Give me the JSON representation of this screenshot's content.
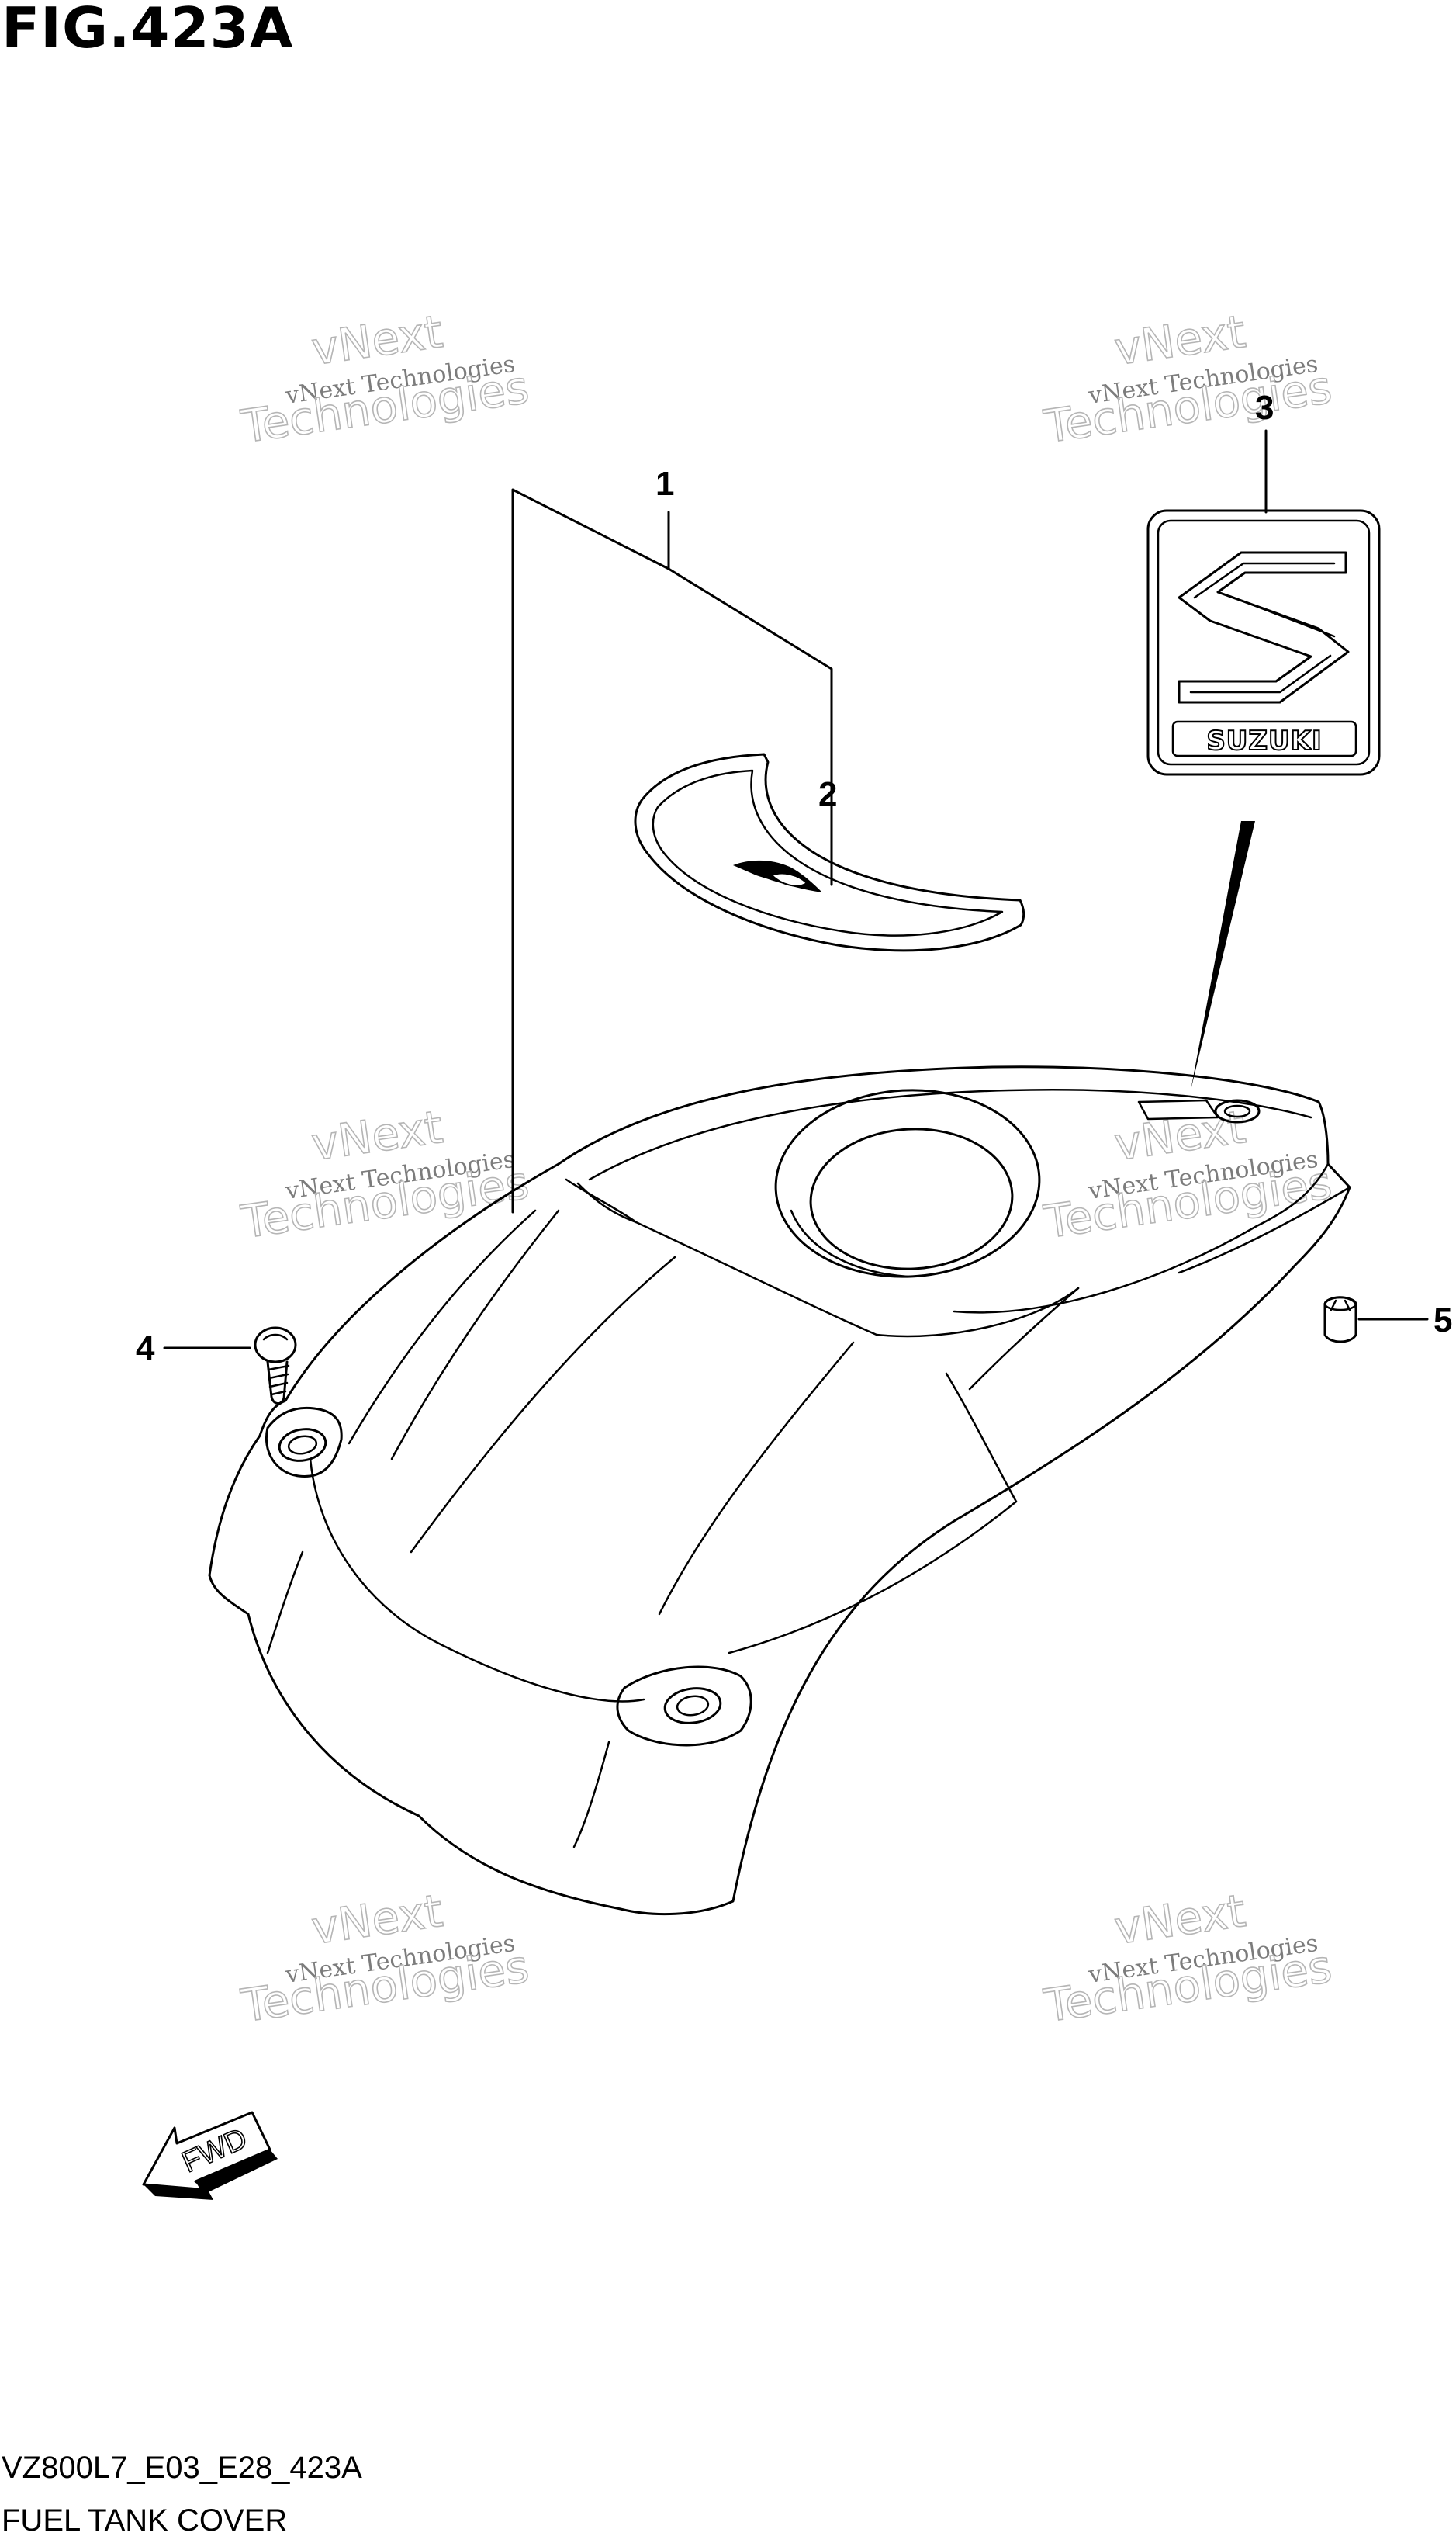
{
  "figure": {
    "title": "FIG.423A",
    "drawing_code": "VZ800L7_E03_E28_423A",
    "part_group": "FUEL TANK COVER"
  },
  "callouts": [
    {
      "number": "1"
    },
    {
      "number": "2"
    },
    {
      "number": "3"
    },
    {
      "number": "4"
    },
    {
      "number": "5"
    }
  ],
  "watermark": {
    "line1": "vNext Technologies",
    "line2a": "vNext",
    "line2b": "Technologies"
  },
  "emblem": {
    "text": "SUZUKI"
  },
  "direction_arrow": {
    "label": "FWD",
    "icon": "forward-arrow-icon"
  }
}
